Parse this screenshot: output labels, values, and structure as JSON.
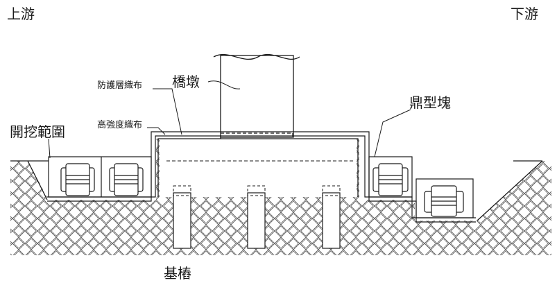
{
  "labels": {
    "upstream": "上游",
    "downstream": "下游",
    "pier": "橋墩",
    "protective_fabric": "防護層織布",
    "high_strength_fabric": "高強度織布",
    "excavation_range": "開挖範圍",
    "tetrapod_blocks": "鼎型塊",
    "foundation_piles": "基樁"
  },
  "colors": {
    "line": "#1a1a1a",
    "hatch": "#5a5a5a",
    "background": "#ffffff"
  }
}
